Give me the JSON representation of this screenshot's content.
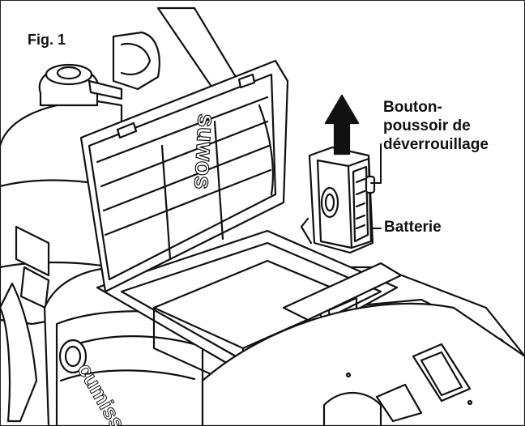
{
  "figure": {
    "label": "Fig. 1"
  },
  "callouts": {
    "release_button": [
      "Bouton-",
      "poussoir de",
      "déverrouillage"
    ],
    "battery": "Batterie"
  },
  "device": {
    "lid_text": "suwos",
    "front_text": "cumiss"
  },
  "colors": {
    "line": "#111111",
    "background": "#ffffff"
  }
}
